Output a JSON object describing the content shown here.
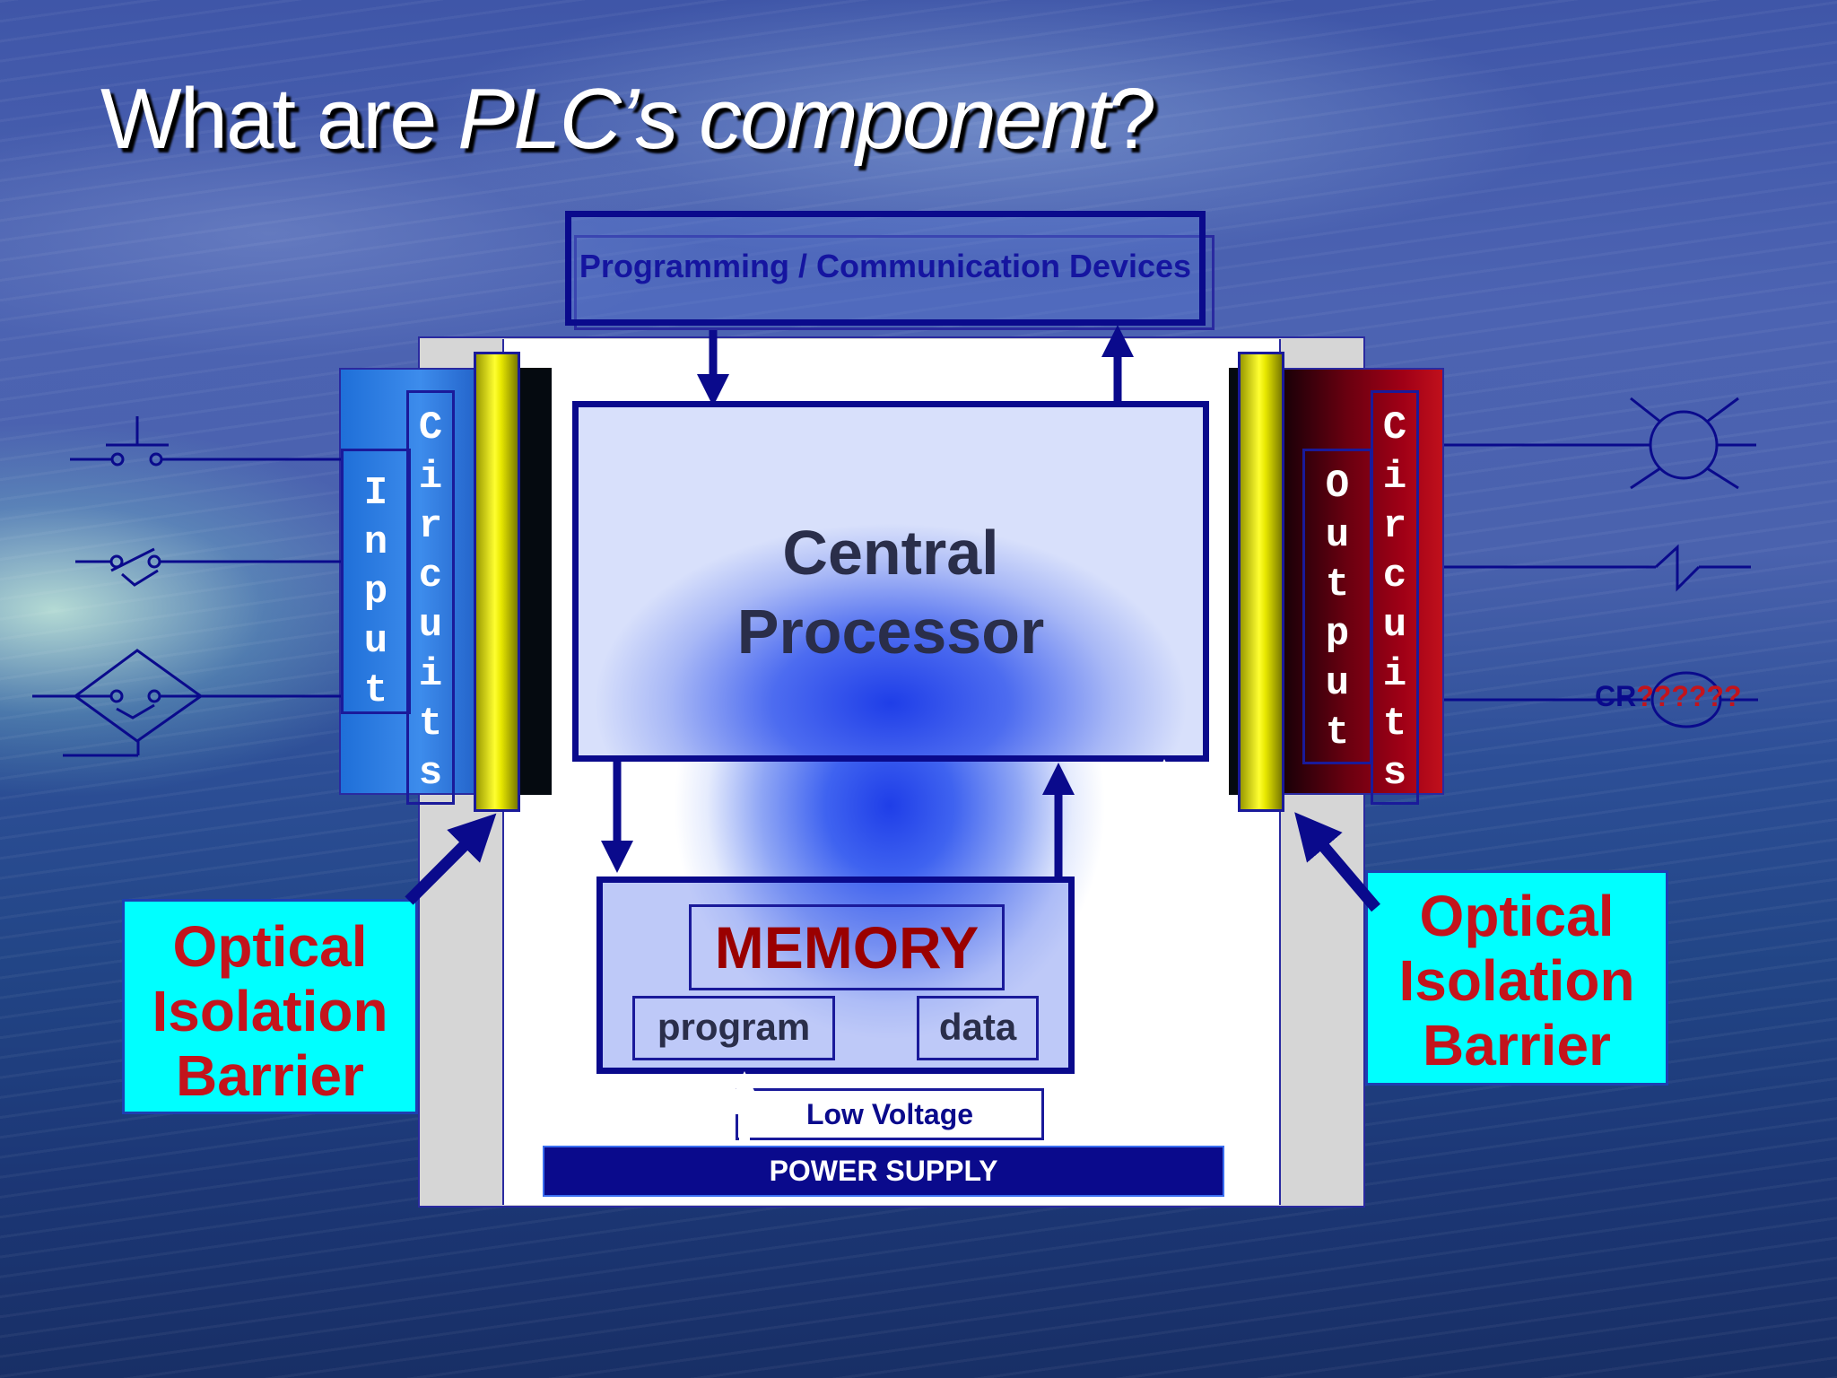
{
  "title": {
    "plain": "What are ",
    "italic": "PLC’s component",
    "end": "?"
  },
  "programming_box": {
    "label": "Programming / Communication Devices"
  },
  "input_label": "Input",
  "input_circuits_label": "Circuits",
  "output_label": "Output",
  "output_circuits_label": "Circuits",
  "central_processor": {
    "line1": "Central",
    "line2": "Processor"
  },
  "memory": {
    "label": "MEMORY",
    "program": "program",
    "data": "data"
  },
  "low_voltage": "Low Voltage",
  "power_supply": "POWER SUPPLY",
  "optical_left": {
    "line1": "Optical",
    "line2": "Isolation",
    "line3": "Barrier"
  },
  "optical_right": {
    "line1": "Optical",
    "line2": "Isolation",
    "line3": "Barrier"
  },
  "relay_label": {
    "prefix": "CR",
    "suffix": "??????"
  },
  "colors": {
    "navy": "#0a0a8c",
    "optical_bg": "#00ffff",
    "optical_text": "#c3141c",
    "memory_text": "#9a0000",
    "yellow_bar": "#e8e800",
    "output_red": "#8a0010",
    "input_blue": "#2f7fe0"
  }
}
